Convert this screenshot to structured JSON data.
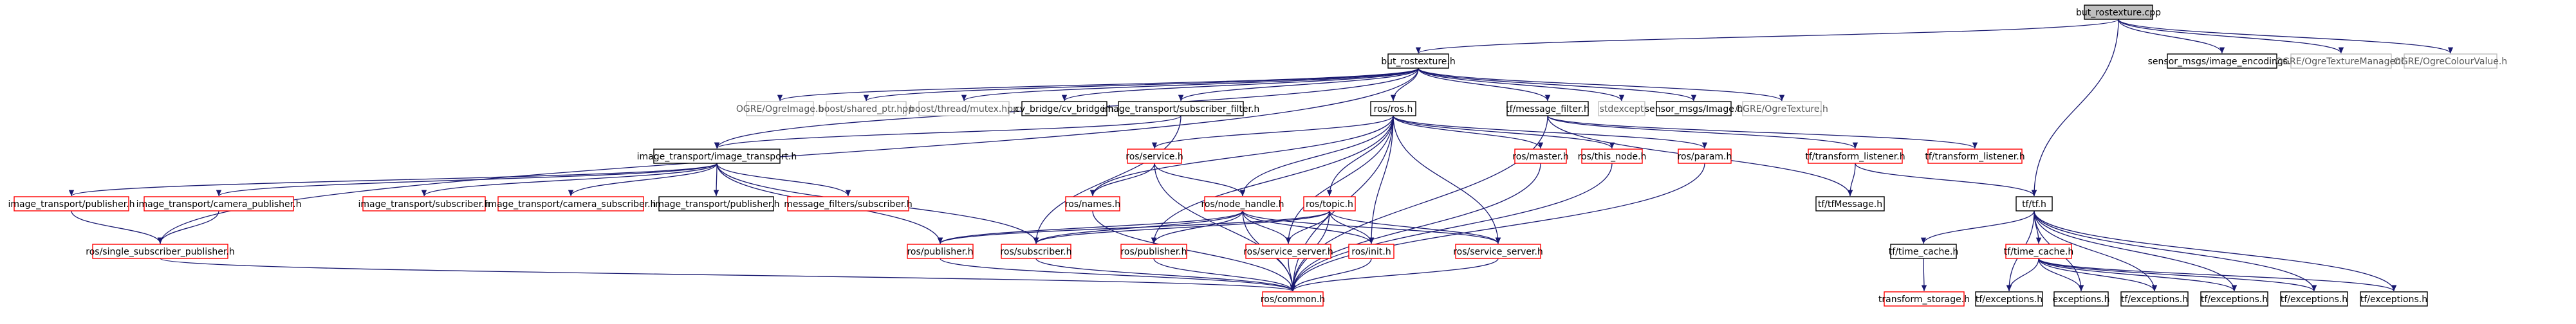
{
  "colors": {
    "root_fill": "#bfbfbf",
    "internal_border": "#000000",
    "external_border": "#bfbfbf",
    "missing_border": "#ff0000",
    "edge": "#191970",
    "text_black": "#000000",
    "text_gray": "#555555",
    "text_red": "#000000"
  },
  "nodes": [
    {
      "id": "root",
      "label": "but_rostexture.cpp",
      "kind": "root"
    },
    {
      "id": "but_rostexture_h",
      "label": "but_rostexture.h",
      "kind": "internal"
    },
    {
      "id": "sensor_msgs_image_encodings",
      "label": "sensor_msgs/image_encodings.h",
      "kind": "internal"
    },
    {
      "id": "ogre_texture_manager",
      "label": "OGRE/OgreTextureManager.h",
      "kind": "external"
    },
    {
      "id": "ogre_colour_value",
      "label": "OGRE/OgreColourValue.h",
      "kind": "external"
    },
    {
      "id": "ogre_image",
      "label": "OGRE/OgreImage.h",
      "kind": "external"
    },
    {
      "id": "boost_shared_ptr",
      "label": "boost/shared_ptr.hpp",
      "kind": "external"
    },
    {
      "id": "boost_mutex",
      "label": "boost/thread/mutex.hpp",
      "kind": "external"
    },
    {
      "id": "cv_bridge",
      "label": "cv_bridge/cv_bridge.h",
      "kind": "internal"
    },
    {
      "id": "it_subscriber_filter",
      "label": "image_transport/subscriber_filter.h",
      "kind": "internal"
    },
    {
      "id": "ros_ros",
      "label": "ros/ros.h",
      "kind": "internal"
    },
    {
      "id": "tf_message_filter",
      "label": "tf/message_filter.h",
      "kind": "internal"
    },
    {
      "id": "stdexcept",
      "label": "stdexcept",
      "kind": "external"
    },
    {
      "id": "sensor_msgs_image",
      "label": "sensor_msgs/Image.h",
      "kind": "internal"
    },
    {
      "id": "ogre_texture",
      "label": "OGRE/OgreTexture.h",
      "kind": "external"
    },
    {
      "id": "it_image_transport",
      "label": "image_transport/image_transport.h",
      "kind": "internal"
    },
    {
      "id": "ros_service",
      "label": "ros/service.h",
      "kind": "missing"
    },
    {
      "id": "ros_master",
      "label": "ros/master.h",
      "kind": "missing"
    },
    {
      "id": "ros_this_node",
      "label": "ros/this_node.h",
      "kind": "missing"
    },
    {
      "id": "ros_param",
      "label": "ros/param.h",
      "kind": "missing"
    },
    {
      "id": "tf_transform_listener_1",
      "label": "tf/transform_listener.h",
      "kind": "missing"
    },
    {
      "id": "tf_transform_listener_2",
      "label": "tf/transform_listener.h",
      "kind": "missing"
    },
    {
      "id": "it_publisher_1",
      "label": "image_transport/publisher.h",
      "kind": "missing"
    },
    {
      "id": "it_camera_publisher",
      "label": "image_transport/camera_publisher.h",
      "kind": "missing"
    },
    {
      "id": "it_subscriber",
      "label": "image_transport/subscriber.h",
      "kind": "missing"
    },
    {
      "id": "it_camera_subscriber",
      "label": "image_transport/camera_subscriber.h",
      "kind": "missing"
    },
    {
      "id": "it_publisher_2",
      "label": "image_transport/publisher.h",
      "kind": "internal"
    },
    {
      "id": "mf_subscriber",
      "label": "message_filters/subscriber.h",
      "kind": "missing"
    },
    {
      "id": "ros_names",
      "label": "ros/names.h",
      "kind": "missing"
    },
    {
      "id": "ros_node_handle",
      "label": "ros/node_handle.h",
      "kind": "missing"
    },
    {
      "id": "ros_topic",
      "label": "ros/topic.h",
      "kind": "missing"
    },
    {
      "id": "tf_tfmessage",
      "label": "tf/tfMessage.h",
      "kind": "internal"
    },
    {
      "id": "tf_tf",
      "label": "tf/tf.h",
      "kind": "internal"
    },
    {
      "id": "ros_single_subscriber_publisher",
      "label": "ros/single_subscriber_publisher.h",
      "kind": "missing"
    },
    {
      "id": "ros_publisher_1",
      "label": "ros/publisher.h",
      "kind": "missing"
    },
    {
      "id": "ros_subscriber",
      "label": "ros/subscriber.h",
      "kind": "missing"
    },
    {
      "id": "ros_publisher_2",
      "label": "ros/publisher.h",
      "kind": "missing"
    },
    {
      "id": "ros_service_server_1",
      "label": "ros/service_server.h",
      "kind": "missing"
    },
    {
      "id": "ros_init",
      "label": "ros/init.h",
      "kind": "missing"
    },
    {
      "id": "ros_service_server_2",
      "label": "ros/service_server.h",
      "kind": "missing"
    },
    {
      "id": "ros_common",
      "label": "ros/common.h",
      "kind": "missing"
    },
    {
      "id": "tf_time_cache_1",
      "label": "tf/time_cache.h",
      "kind": "internal"
    },
    {
      "id": "tf_time_cache_2",
      "label": "tf/time_cache.h",
      "kind": "missing"
    },
    {
      "id": "transform_storage",
      "label": "transform_storage.h",
      "kind": "missing"
    },
    {
      "id": "tf_exceptions_1",
      "label": "tf/exceptions.h",
      "kind": "internal"
    },
    {
      "id": "exceptions",
      "label": "exceptions.h",
      "kind": "internal"
    },
    {
      "id": "tf_exceptions_2",
      "label": "tf/exceptions.h",
      "kind": "internal"
    },
    {
      "id": "tf_exceptions_3",
      "label": "tf/exceptions.h",
      "kind": "internal"
    },
    {
      "id": "tf_exceptions_4",
      "label": "tf/exceptions.h",
      "kind": "internal"
    },
    {
      "id": "tf_exceptions_5",
      "label": "tf/exceptions.h",
      "kind": "internal"
    }
  ],
  "edges": [
    [
      "root",
      "but_rostexture_h"
    ],
    [
      "root",
      "sensor_msgs_image_encodings"
    ],
    [
      "root",
      "ogre_texture_manager"
    ],
    [
      "root",
      "ogre_colour_value"
    ],
    [
      "root",
      "tf_tf"
    ],
    [
      "but_rostexture_h",
      "ogre_image"
    ],
    [
      "but_rostexture_h",
      "boost_shared_ptr"
    ],
    [
      "but_rostexture_h",
      "boost_mutex"
    ],
    [
      "but_rostexture_h",
      "cv_bridge"
    ],
    [
      "but_rostexture_h",
      "it_subscriber_filter"
    ],
    [
      "but_rostexture_h",
      "ros_ros"
    ],
    [
      "but_rostexture_h",
      "tf_message_filter"
    ],
    [
      "but_rostexture_h",
      "stdexcept"
    ],
    [
      "but_rostexture_h",
      "sensor_msgs_image"
    ],
    [
      "but_rostexture_h",
      "ogre_texture"
    ],
    [
      "but_rostexture_h",
      "it_image_transport"
    ],
    [
      "but_rostexture_h",
      "ros_single_subscriber_publisher"
    ],
    [
      "it_subscriber_filter",
      "it_image_transport"
    ],
    [
      "it_subscriber_filter",
      "ros_subscriber"
    ],
    [
      "ros_ros",
      "ros_service"
    ],
    [
      "ros_ros",
      "ros_master"
    ],
    [
      "ros_ros",
      "ros_this_node"
    ],
    [
      "ros_ros",
      "ros_param"
    ],
    [
      "ros_ros",
      "ros_node_handle"
    ],
    [
      "ros_ros",
      "ros_topic"
    ],
    [
      "ros_ros",
      "ros_names"
    ],
    [
      "ros_ros",
      "ros_init"
    ],
    [
      "ros_ros",
      "ros_service_server_1"
    ],
    [
      "ros_ros",
      "ros_service_server_2"
    ],
    [
      "ros_ros",
      "ros_common"
    ],
    [
      "ros_ros",
      "ros_publisher_2"
    ],
    [
      "tf_message_filter",
      "tf_transform_listener_1"
    ],
    [
      "tf_message_filter",
      "tf_transform_listener_2"
    ],
    [
      "tf_message_filter",
      "tf_tfmessage"
    ],
    [
      "tf_message_filter",
      "ros_common"
    ],
    [
      "tf_transform_listener_1",
      "tf_tfmessage"
    ],
    [
      "tf_transform_listener_1",
      "tf_tf"
    ],
    [
      "it_image_transport",
      "it_publisher_1"
    ],
    [
      "it_image_transport",
      "it_camera_publisher"
    ],
    [
      "it_image_transport",
      "it_subscriber"
    ],
    [
      "it_image_transport",
      "it_camera_subscriber"
    ],
    [
      "it_image_transport",
      "it_publisher_2"
    ],
    [
      "it_image_transport",
      "mf_subscriber"
    ],
    [
      "it_image_transport",
      "ros_publisher_1"
    ],
    [
      "it_image_transport",
      "ros_subscriber"
    ],
    [
      "it_publisher_1",
      "ros_single_subscriber_publisher"
    ],
    [
      "it_camera_publisher",
      "ros_single_subscriber_publisher"
    ],
    [
      "ros_service",
      "ros_names"
    ],
    [
      "ros_service",
      "ros_node_handle"
    ],
    [
      "ros_service",
      "ros_common"
    ],
    [
      "ros_names",
      "ros_common"
    ],
    [
      "ros_node_handle",
      "ros_publisher_1"
    ],
    [
      "ros_node_handle",
      "ros_subscriber"
    ],
    [
      "ros_node_handle",
      "ros_publisher_2"
    ],
    [
      "ros_node_handle",
      "ros_service_server_1"
    ],
    [
      "ros_node_handle",
      "ros_init"
    ],
    [
      "ros_node_handle",
      "ros_service_server_2"
    ],
    [
      "ros_node_handle",
      "ros_common"
    ],
    [
      "ros_topic",
      "ros_publisher_1"
    ],
    [
      "ros_topic",
      "ros_subscriber"
    ],
    [
      "ros_topic",
      "ros_service_server_1"
    ],
    [
      "ros_topic",
      "ros_init"
    ],
    [
      "ros_topic",
      "ros_service_server_2"
    ],
    [
      "ros_topic",
      "ros_common"
    ],
    [
      "ros_master",
      "ros_common"
    ],
    [
      "ros_this_node",
      "ros_common"
    ],
    [
      "ros_param",
      "ros_common"
    ],
    [
      "ros_single_subscriber_publisher",
      "ros_common"
    ],
    [
      "ros_publisher_1",
      "ros_common"
    ],
    [
      "ros_subscriber",
      "ros_common"
    ],
    [
      "ros_publisher_2",
      "ros_common"
    ],
    [
      "ros_service_server_1",
      "ros_common"
    ],
    [
      "ros_init",
      "ros_common"
    ],
    [
      "ros_service_server_2",
      "ros_common"
    ],
    [
      "tf_tf",
      "tf_time_cache_1"
    ],
    [
      "tf_tf",
      "tf_time_cache_2"
    ],
    [
      "tf_tf",
      "tf_exceptions_1"
    ],
    [
      "tf_tf",
      "exceptions"
    ],
    [
      "tf_tf",
      "tf_exceptions_2"
    ],
    [
      "tf_tf",
      "tf_exceptions_3"
    ],
    [
      "tf_tf",
      "tf_exceptions_4"
    ],
    [
      "tf_tf",
      "tf_exceptions_5"
    ],
    [
      "tf_time_cache_1",
      "transform_storage"
    ],
    [
      "tf_time_cache_2",
      "tf_exceptions_1"
    ],
    [
      "tf_time_cache_2",
      "exceptions"
    ],
    [
      "tf_time_cache_2",
      "tf_exceptions_2"
    ],
    [
      "tf_time_cache_2",
      "tf_exceptions_3"
    ],
    [
      "tf_time_cache_2",
      "tf_exceptions_4"
    ],
    [
      "tf_time_cache_2",
      "tf_exceptions_5"
    ]
  ]
}
